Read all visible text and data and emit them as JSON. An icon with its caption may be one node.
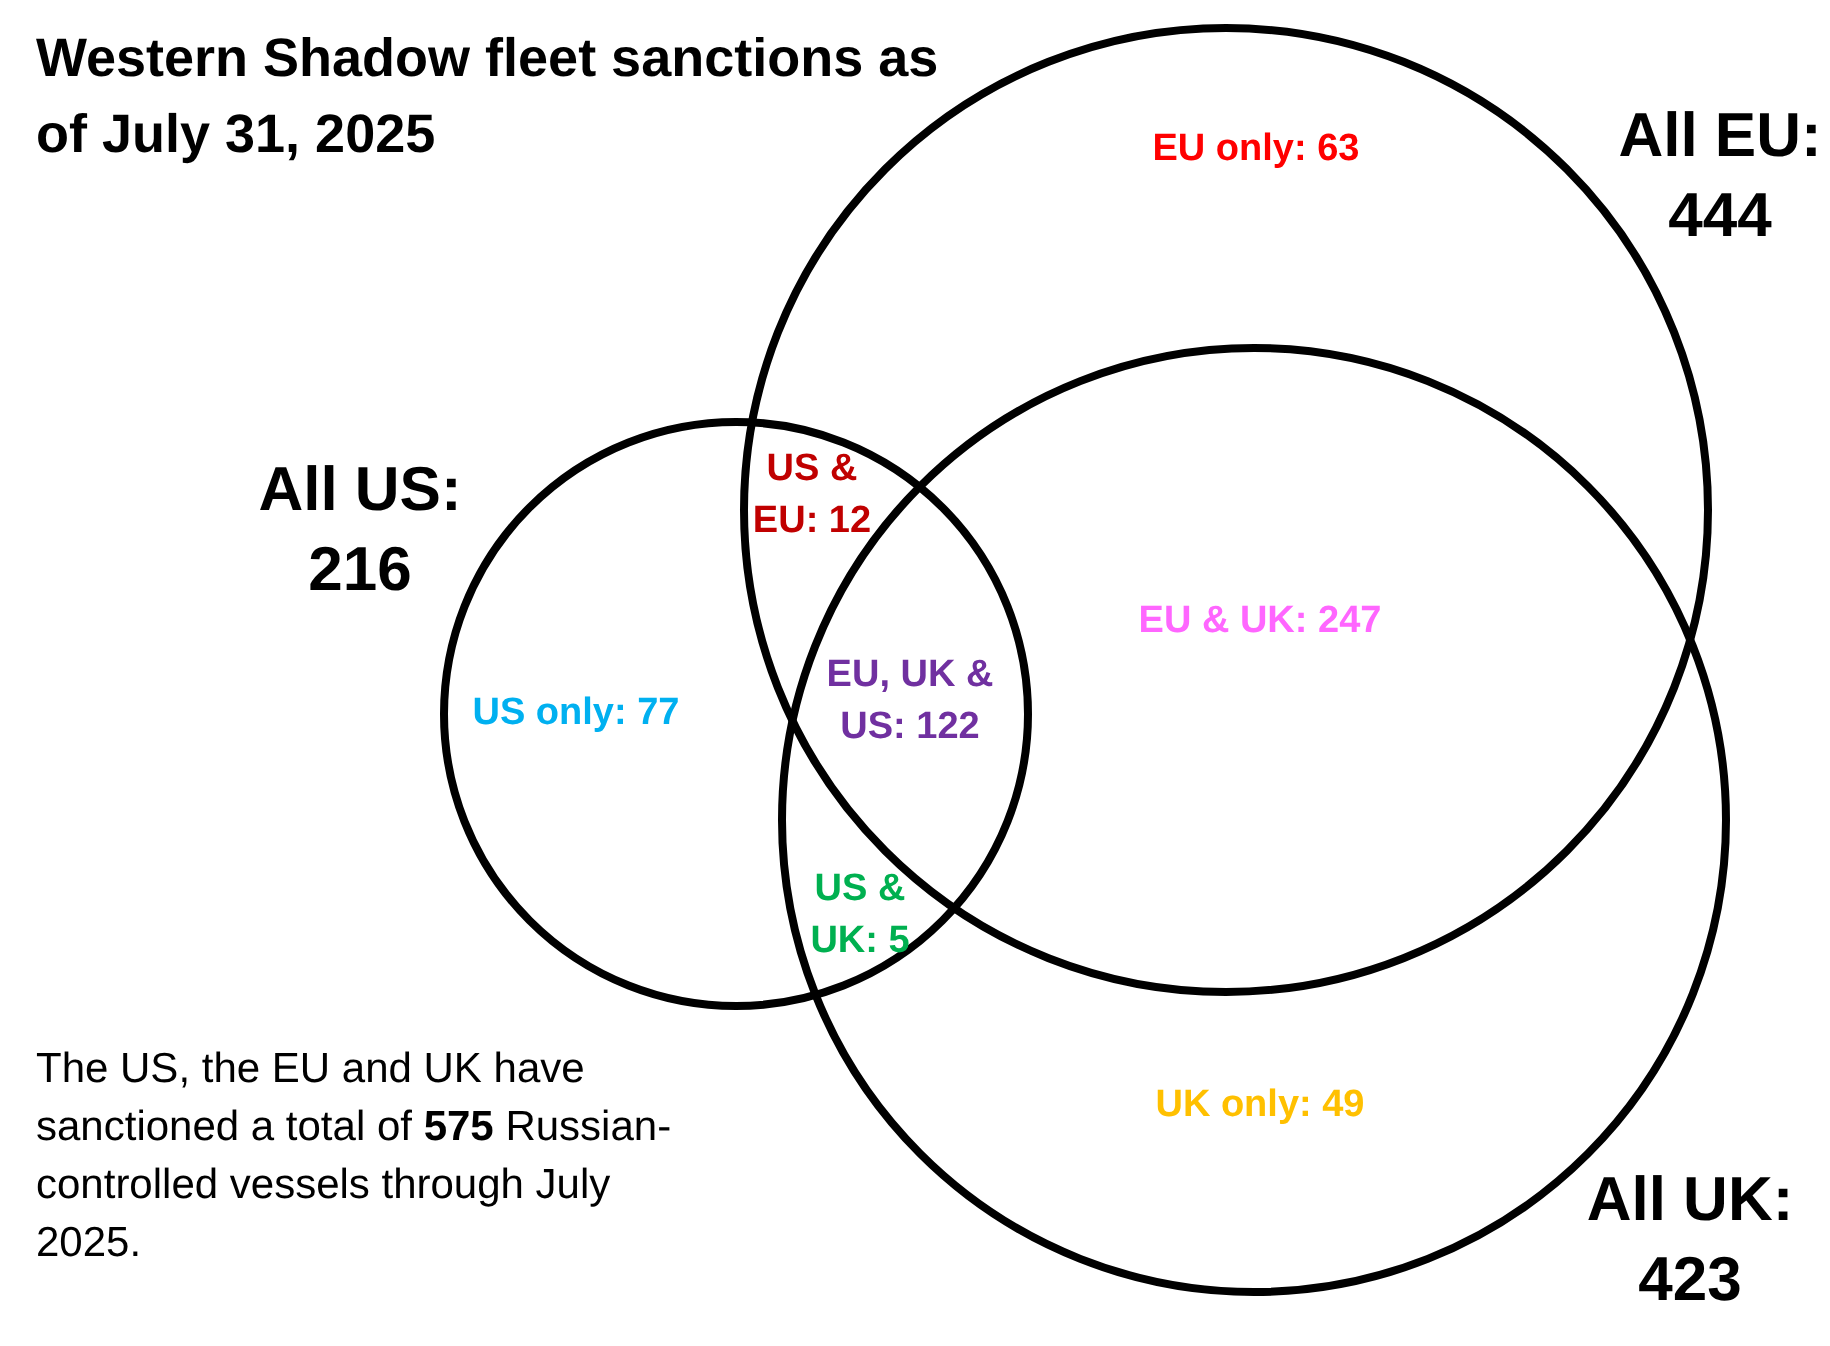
{
  "diagram": {
    "title": "Western Shadow fleet sanctions as of July 31, 2025",
    "nodes": [
      {
        "text": [
          "All US: 216"
        ]
      },
      {
        "text": [
          "All EU: 444"
        ]
      },
      {
        "text": [
          "All UK: 423"
        ]
      }
    ],
    "labels": [
      "EU only: 63",
      "US & EU: 12",
      "EU & UK: 247",
      "US only: 77",
      "EU, UK & US: 122",
      "US & UK: 5",
      "UK only: 49",
      "The US, the EU and UK have sanctioned a total of **575** Russian-controlled vessels through July 2025."
    ]
  }
}
